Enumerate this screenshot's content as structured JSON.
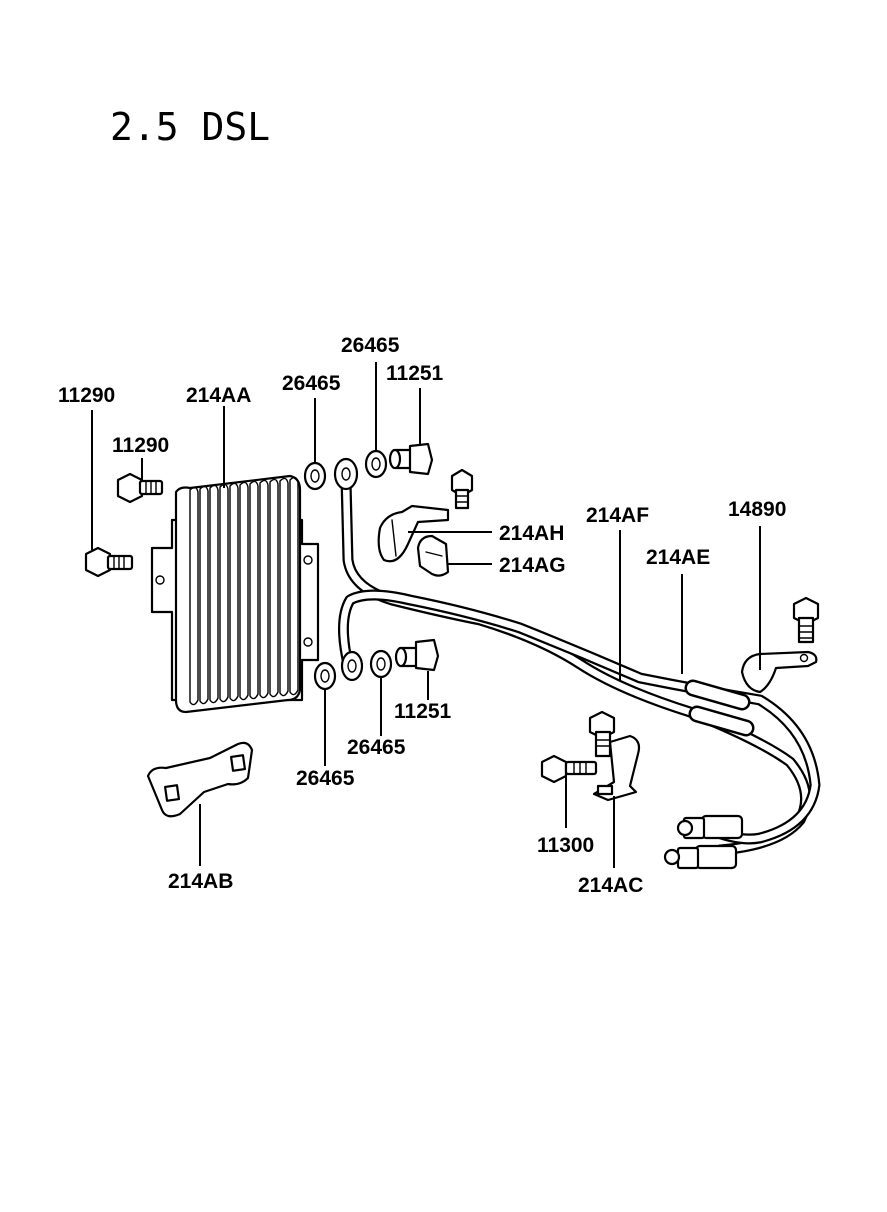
{
  "title": "2.5 DSL",
  "labels": {
    "l11290a": "11290",
    "l11290b": "11290",
    "l214AA": "214AA",
    "l26465a": "26465",
    "l26465b": "26465",
    "l11251a": "11251",
    "l214AH": "214AH",
    "l214AG": "214AG",
    "l214AF": "214AF",
    "l14890": "14890",
    "l214AE": "214AE",
    "l11251b": "11251",
    "l26465c": "26465",
    "l26465d": "26465",
    "l214AB": "214AB",
    "l11300": "11300",
    "l214AC": "214AC"
  }
}
